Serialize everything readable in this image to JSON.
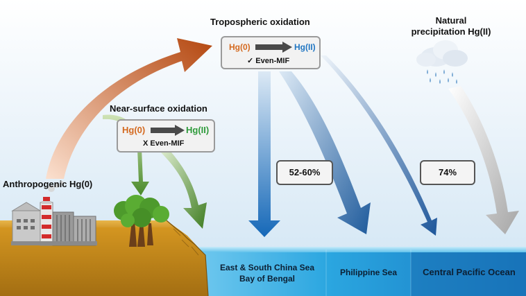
{
  "labels": {
    "tropospheric": "Tropospheric oxidation",
    "natural_line1": "Natural",
    "natural_line2": "precipitation Hg(II)",
    "near_surface": "Near-surface oxidation",
    "anthropogenic": "Anthropogenic Hg(0)"
  },
  "tropo_box": {
    "from": "Hg(0)",
    "to": "Hg(II)",
    "note": "✓ Even-MIF"
  },
  "near_box": {
    "from": "Hg(0)",
    "to": "Hg(II)",
    "note": "X Even-MIF"
  },
  "percentages": {
    "china_sea": "52-60%",
    "pacific": "74%"
  },
  "regions": {
    "china_line1": "East & South China Sea",
    "china_line2": "Bay of Bengal",
    "philippine": "Philippine Sea",
    "pacific": "Central Pacific Ocean"
  },
  "colors": {
    "hg0": "#d4691f",
    "hg2_tropo": "#2176c2",
    "hg2_near": "#2e9a3a"
  }
}
